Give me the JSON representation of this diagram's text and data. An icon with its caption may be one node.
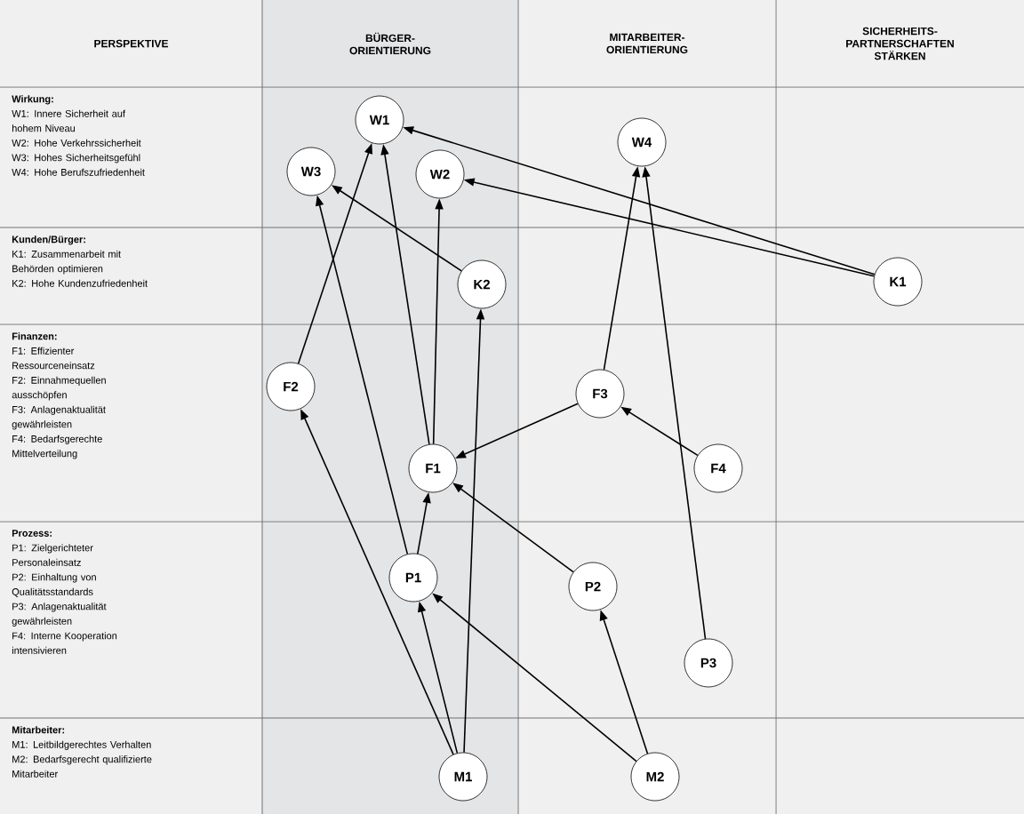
{
  "diagram": {
    "nodes": [
      {
        "text": [
          "W1"
        ]
      },
      {
        "text": [
          "W3"
        ]
      },
      {
        "text": [
          "W2"
        ]
      },
      {
        "text": [
          "W4"
        ]
      },
      {
        "text": [
          "K2"
        ]
      },
      {
        "text": [
          "K1"
        ]
      },
      {
        "text": [
          "F2"
        ]
      },
      {
        "text": [
          "F3"
        ]
      },
      {
        "text": [
          "F1"
        ]
      },
      {
        "text": [
          "F4"
        ]
      },
      {
        "text": [
          "P1"
        ]
      },
      {
        "text": [
          "P2"
        ]
      },
      {
        "text": [
          "P3"
        ]
      },
      {
        "text": [
          "M1"
        ]
      },
      {
        "text": [
          "M2"
        ]
      }
    ],
    "edges": [
      {
        "from": 5,
        "to": 0,
        "arrow": "to"
      },
      {
        "from": 5,
        "to": 2,
        "arrow": "to"
      },
      {
        "from": 4,
        "to": 1,
        "arrow": "to"
      },
      {
        "from": 6,
        "to": 0,
        "arrow": "to"
      },
      {
        "from": 8,
        "to": 0,
        "arrow": "to"
      },
      {
        "from": 8,
        "to": 2,
        "arrow": "to"
      },
      {
        "from": 7,
        "to": 3,
        "arrow": "to"
      },
      {
        "from": 7,
        "to": 8,
        "arrow": "to"
      },
      {
        "from": 9,
        "to": 7,
        "arrow": "to"
      },
      {
        "from": 10,
        "to": 1,
        "arrow": "to"
      },
      {
        "from": 10,
        "to": 8,
        "arrow": "to"
      },
      {
        "from": 11,
        "to": 8,
        "arrow": "to"
      },
      {
        "from": 12,
        "to": 3,
        "arrow": "to"
      },
      {
        "from": 13,
        "to": 6,
        "arrow": "to"
      },
      {
        "from": 13,
        "to": 10,
        "arrow": "to"
      },
      {
        "from": 13,
        "to": 4,
        "arrow": "to"
      },
      {
        "from": 14,
        "to": 10,
        "arrow": "to"
      },
      {
        "from": 14,
        "to": 11,
        "arrow": "to"
      }
    ],
    "labels": [
      "PERSPEKTIVE",
      "BÜRGER- ORIENTIERUNG",
      "MITARBEITER- ORIENTIERUNG",
      "SICHERHEITS- PARTNERSCHAFTEN STÄRKEN",
      "Wirkung:",
      "W1: Innere Sicherheit auf hohem Niveau",
      "W2: Hohe Verkehrssicherheit",
      "W3: Hohes Sicherheitsgefühl",
      "W4: Hohe Berufszufriedenheit",
      "Kunden/Bürger:",
      "K1: Zusammenarbeit mit Behörden optimieren",
      "K2: Hohe Kundenzufriedenheit",
      "Finanzen:",
      "F1: Effizienter Ressourceneinsatz",
      "F2: Einnahmequellen ausschöpfen",
      "F3: Anlagenaktualität gewährleisten",
      "F4: Bedarfsgerechte Mittelverteilung",
      "Prozess:",
      "P1: Zielgerichteter Personaleinsatz",
      "P2: Einhaltung von Qualitätsstandards",
      "P3: Anlagenaktualität gewährleisten",
      "F4: Interne Kooperation intensivieren",
      "Mitarbeiter:",
      "M1: Leitbildgerechtes Verhalten",
      "M2: Bedarfsgerecht qualifizierte Mitarbeiter"
    ]
  }
}
